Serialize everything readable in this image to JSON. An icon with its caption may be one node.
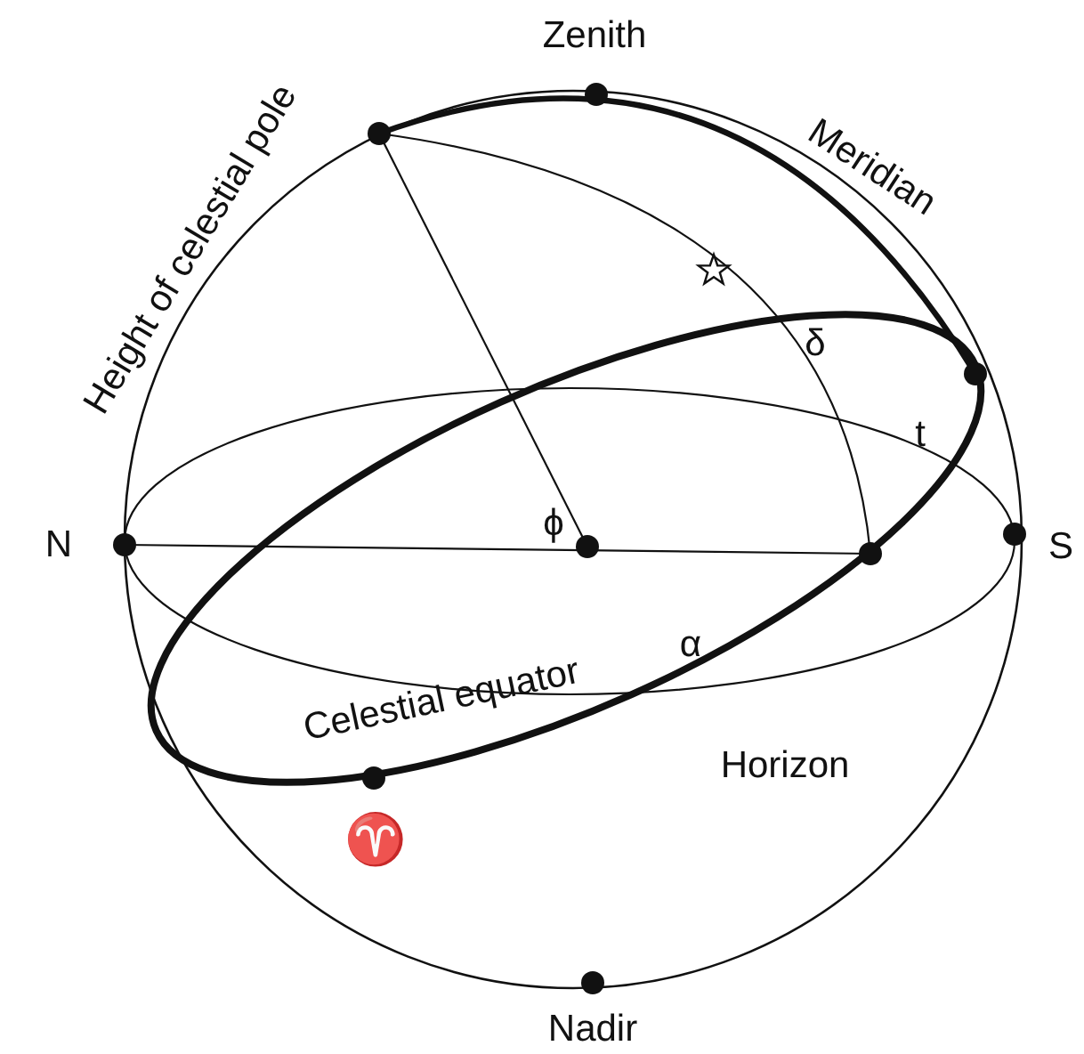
{
  "diagram": {
    "labels": [
      "Zenith",
      "Height of celestial pole",
      "Meridian",
      "δ",
      "t",
      "N",
      "ϕ",
      "S",
      "α",
      "Celestial equator",
      "Horizon",
      "♈",
      "Nadir"
    ]
  }
}
